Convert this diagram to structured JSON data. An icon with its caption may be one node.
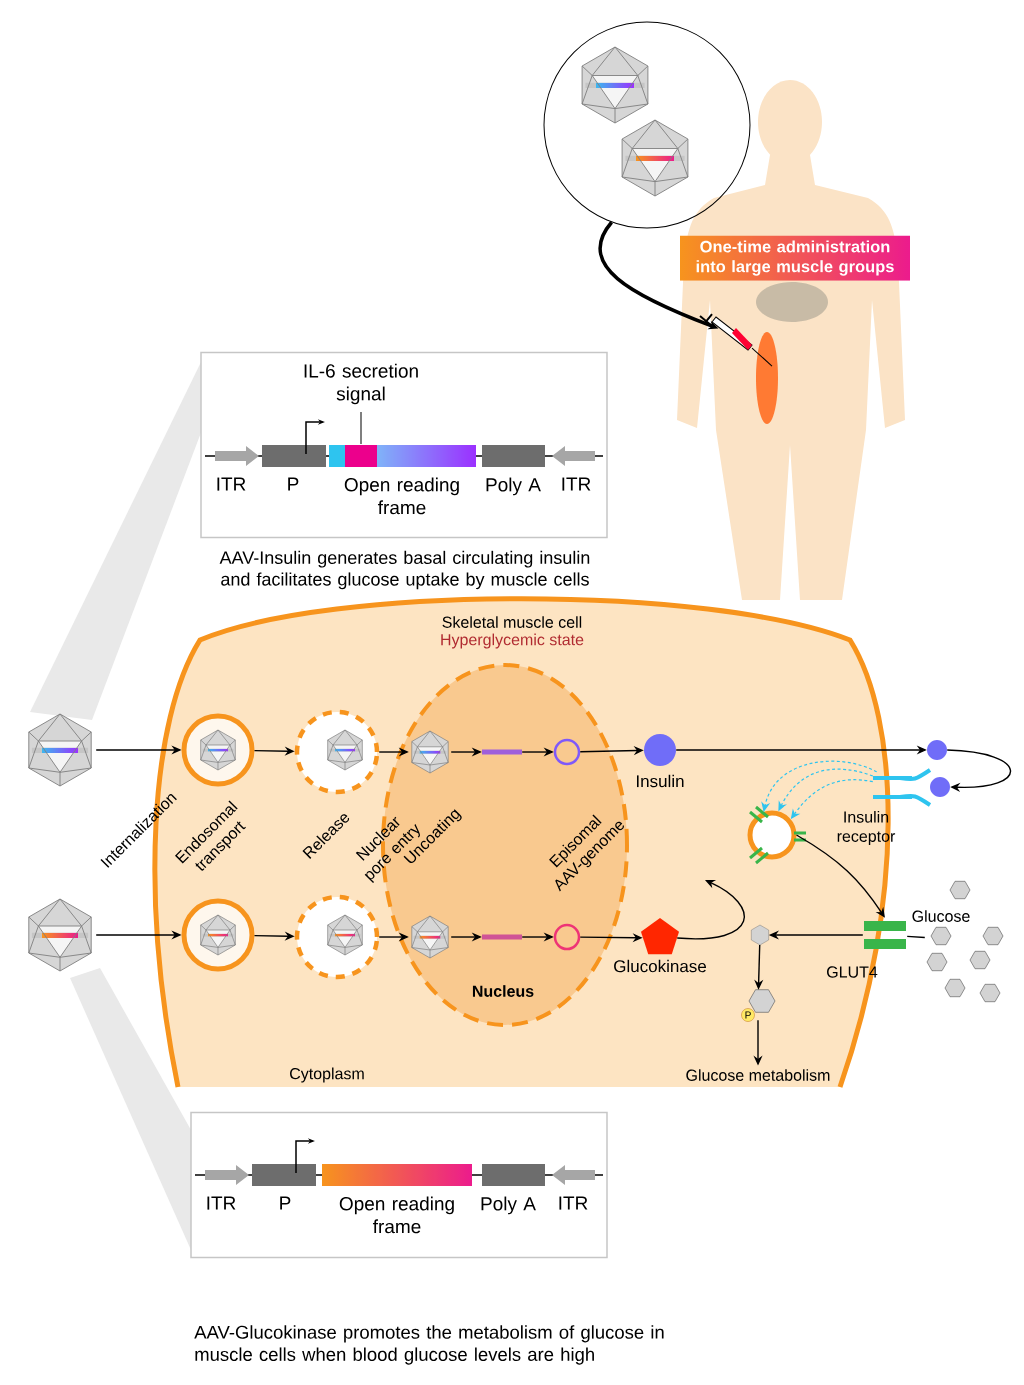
{
  "diagram": {
    "nodes": [
      {
        "text": [],
        "shape": "circle"
      },
      {
        "text": [],
        "shape": "picture"
      },
      {
        "text": [
          "One-time administration into large muscle groups"
        ]
      },
      {
        "text": [
          "IL-6 secretion signal",
          "ITR",
          "P",
          "Open reading frame",
          "Poly A",
          "ITR"
        ],
        "beside": [
          "AAV-Insulin generates basal circulating insulin and facilitates glucose uptake by muscle cells"
        ]
      },
      {
        "text": [
          "ITR",
          "P",
          "Open reading frame",
          "Poly A",
          "ITR"
        ],
        "beside": [
          "AAV-Glucokinase promotes the metabolism of glucose in muscle cells when blood glucose levels are high"
        ]
      },
      {
        "text": [
          "Skeletal muscle cell",
          "Hyperglycemic state",
          "Cytoplasm"
        ]
      },
      {
        "text": [
          "Nucleus"
        ],
        "in": 5
      },
      {
        "text": [],
        "shape": "picture"
      },
      {
        "text": [],
        "shape": "circle",
        "in": 5
      },
      {
        "text": [],
        "shape": "circle",
        "in": 5
      },
      {
        "text": [],
        "shape": "picture",
        "in": 6
      },
      {
        "text": [],
        "shape": "bar",
        "in": 6
      },
      {
        "text": [],
        "shape": "circle",
        "in": 6
      },
      {
        "text": [
          "Insulin"
        ],
        "in": 5
      },
      {
        "text": [],
        "shape": "circle"
      },
      {
        "text": [],
        "shape": "circle"
      },
      {
        "text": [
          "Insulin receptor"
        ]
      },
      {
        "text": [],
        "shape": "circle",
        "in": 5
      },
      {
        "text": [
          "GLUT4"
        ]
      },
      {
        "text": [
          "Glucose"
        ]
      },
      {
        "text": [],
        "shape": "hexagon",
        "in": 5
      },
      {
        "text": [
          "P"
        ],
        "in": 5
      },
      {
        "text": [
          "Glucose metabolism"
        ],
        "in": 5
      },
      {
        "text": [],
        "shape": "picture"
      },
      {
        "text": [],
        "shape": "circle",
        "in": 5
      },
      {
        "text": [],
        "shape": "circle",
        "in": 5
      },
      {
        "text": [],
        "shape": "picture",
        "in": 6
      },
      {
        "text": [],
        "shape": "bar",
        "in": 6
      },
      {
        "text": [],
        "shape": "circle",
        "in": 6
      },
      {
        "text": [
          "Glucokinase"
        ],
        "in": 5
      }
    ],
    "edges": [
      {
        "from": 0,
        "to": 1,
        "arrow": "to",
        "style": "thick"
      },
      {
        "from": 7,
        "to": 8,
        "arrow": "to"
      },
      {
        "from": 8,
        "to": 9,
        "arrow": "to"
      },
      {
        "from": 9,
        "to": 10,
        "arrow": "to"
      },
      {
        "from": 10,
        "to": 11,
        "arrow": "to"
      },
      {
        "from": 11,
        "to": 12,
        "arrow": "to"
      },
      {
        "from": 12,
        "to": 13,
        "arrow": "to"
      },
      {
        "from": 13,
        "to": 14,
        "arrow": "to"
      },
      {
        "from": 14,
        "to": 15,
        "arrow": "to"
      },
      {
        "from": 16,
        "to": 17,
        "arrow": "to",
        "style": "dashed",
        "color": "#2ec4ef"
      },
      {
        "from": 16,
        "to": 17,
        "arrow": "to",
        "style": "dashed",
        "color": "#2ec4ef"
      },
      {
        "from": 16,
        "to": 17,
        "arrow": "to",
        "style": "dashed",
        "color": "#2ec4ef"
      },
      {
        "from": 17,
        "to": 18,
        "arrow": "to"
      },
      {
        "from": 19,
        "to": 18,
        "arrow": "none"
      },
      {
        "from": 18,
        "to": 20,
        "arrow": "to"
      },
      {
        "from": 20,
        "to": 21,
        "arrow": "to"
      },
      {
        "from": 21,
        "to": 22,
        "arrow": "to"
      },
      {
        "from": 23,
        "to": 24,
        "arrow": "to"
      },
      {
        "from": 24,
        "to": 25,
        "arrow": "to"
      },
      {
        "from": 25,
        "to": 26,
        "arrow": "to"
      },
      {
        "from": 26,
        "to": 27,
        "arrow": "to"
      },
      {
        "from": 27,
        "to": 28,
        "arrow": "to"
      },
      {
        "from": 28,
        "to": 29,
        "arrow": "to"
      },
      {
        "from": 29,
        "to": null,
        "arrow": "to"
      }
    ],
    "labels": [
      "Internalization",
      "Endosomal transport",
      "Release",
      "Nuclear pore entry",
      "Uncoating",
      "Episomal AAV-genome"
    ]
  }
}
